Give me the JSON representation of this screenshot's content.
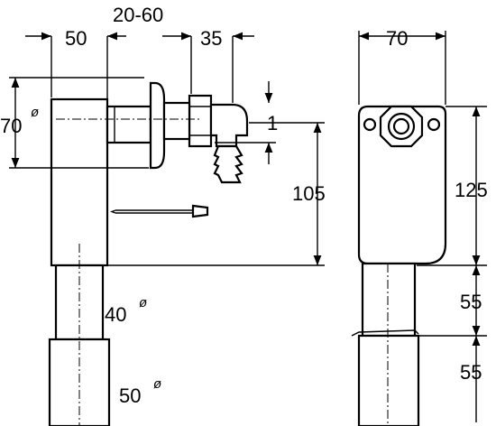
{
  "side_view": {
    "dim_top_left": "50",
    "dim_top_mid": "20-60",
    "dim_top_right": "35",
    "dim_left_dia": "70",
    "dim_outlet": "1",
    "dim_height": "105",
    "dim_pipe_dia": "40",
    "dim_bottom_dia": "50",
    "dia_symbol": "ø"
  },
  "front_view": {
    "dim_width": "70",
    "dim_body": "125",
    "dim_mid": "55",
    "dim_low": "55"
  }
}
